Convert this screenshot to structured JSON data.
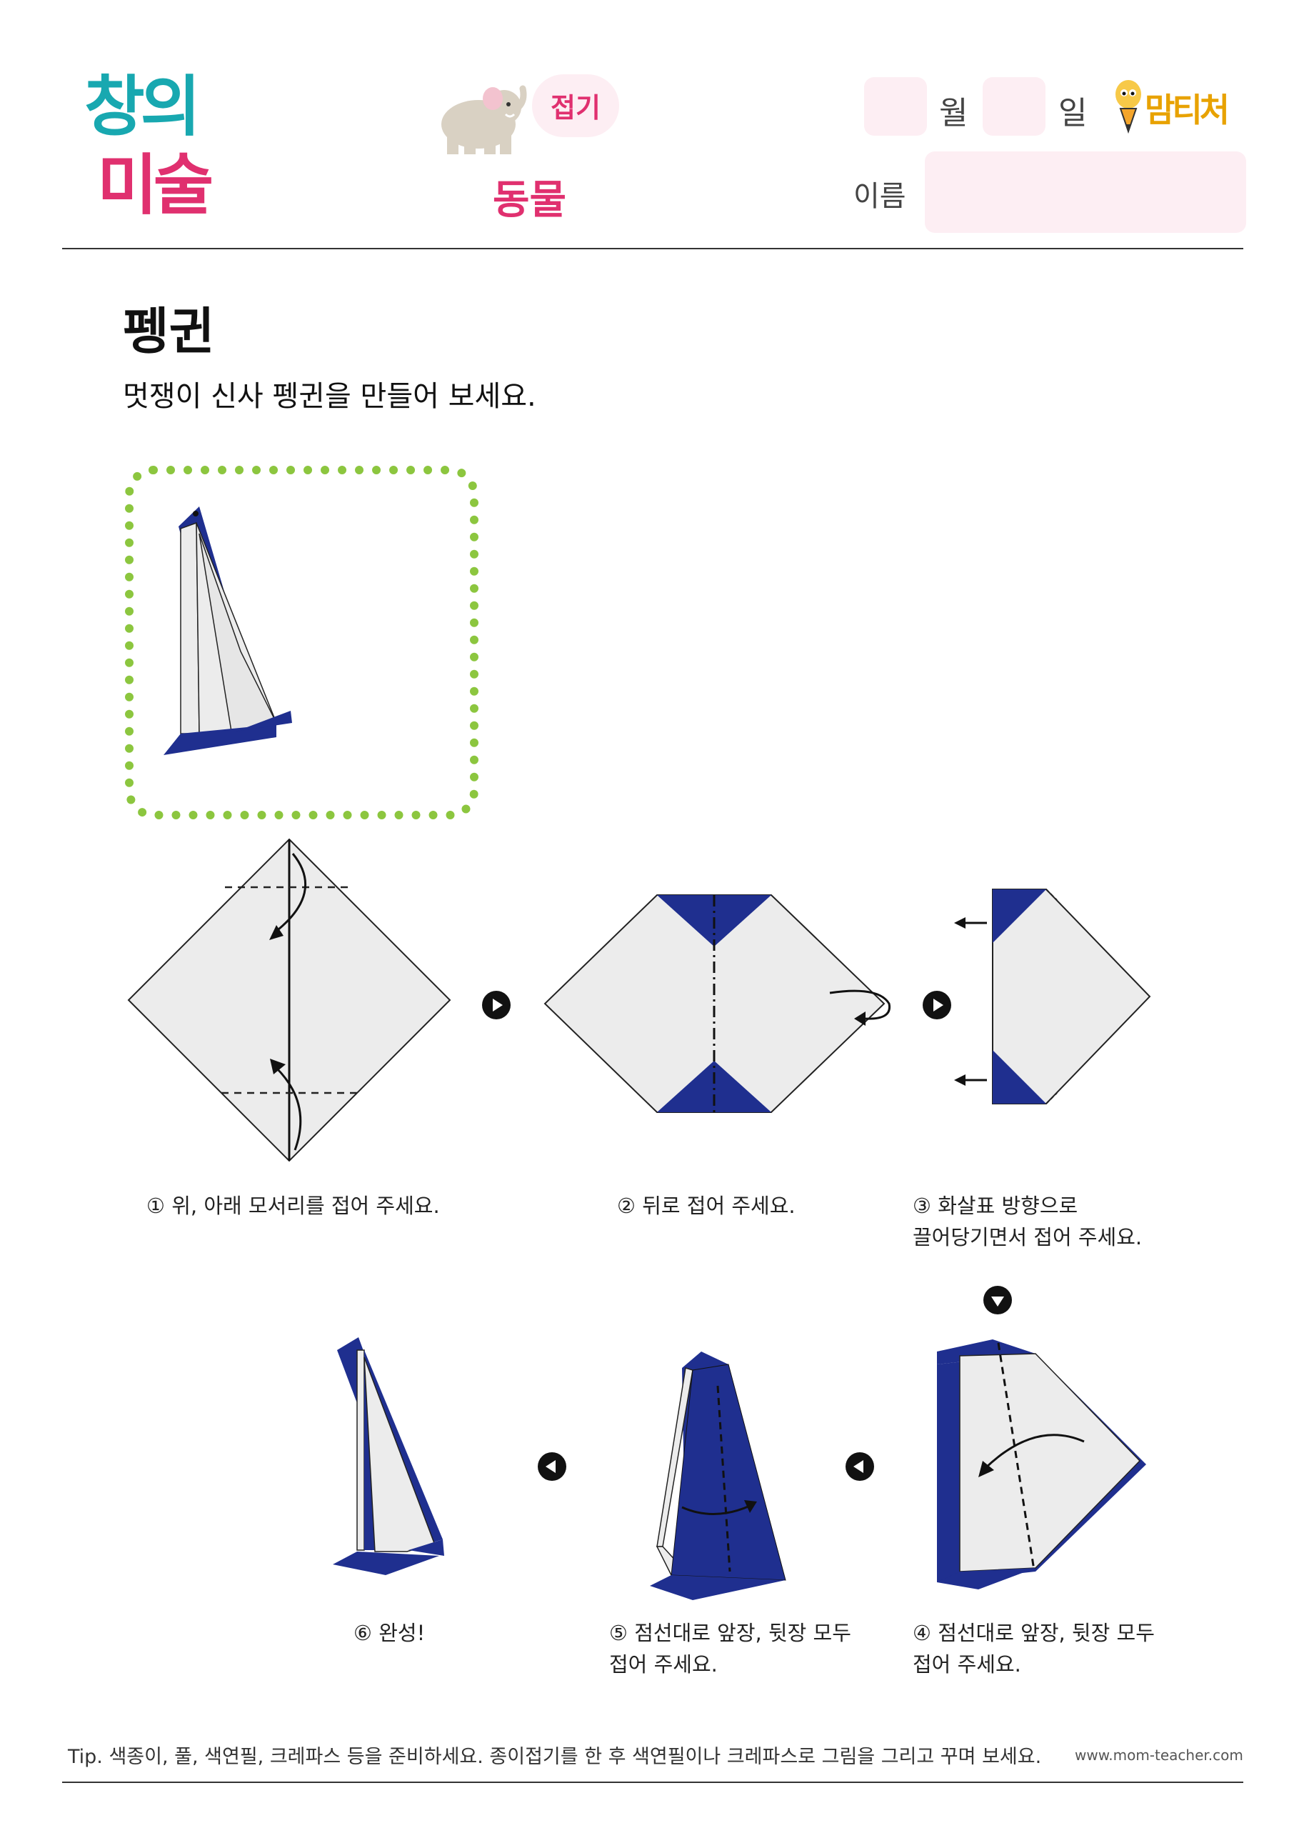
{
  "header": {
    "logo_line1": "창의",
    "logo_line2": "미술",
    "category_badge": "접기",
    "category": "동물",
    "month_label": "월",
    "day_label": "일",
    "name_label": "이름",
    "brand": "맘티처"
  },
  "title": "펭귄",
  "subtitle": "멋쟁이 신사 펭귄을 만들어 보세요.",
  "steps": [
    {
      "label": "① 위, 아래 모서리를 접어 주세요."
    },
    {
      "label": "② 뒤로 접어 주세요."
    },
    {
      "label": "③ 화살표 방향으로\n   끌어당기면서 접어 주세요."
    },
    {
      "label": "④ 점선대로 앞장, 뒷장 모두\n   접어 주세요."
    },
    {
      "label": "⑤ 점선대로 앞장, 뒷장 모두\n   접어 주세요."
    },
    {
      "label": "⑥ 완성!"
    }
  ],
  "footer": {
    "tip": "Tip. 색종이, 풀, 색연필, 크레파스 등을 준비하세요. 종이접기를 한 후 색연필이나 크레파스로 그림을 그리고 꾸며 보세요.",
    "url": "www.mom-teacher.com"
  },
  "colors": {
    "navy": "#1f2f8f",
    "paper": "#ececec",
    "pink": "#e0306f",
    "teal": "#18a8b0",
    "green_frame": "#8cc63f",
    "pink_box": "#fdeef3"
  },
  "icons": [
    "elephant-icon",
    "next-arrow-icon",
    "down-arrow-icon",
    "prev-arrow-icon"
  ]
}
